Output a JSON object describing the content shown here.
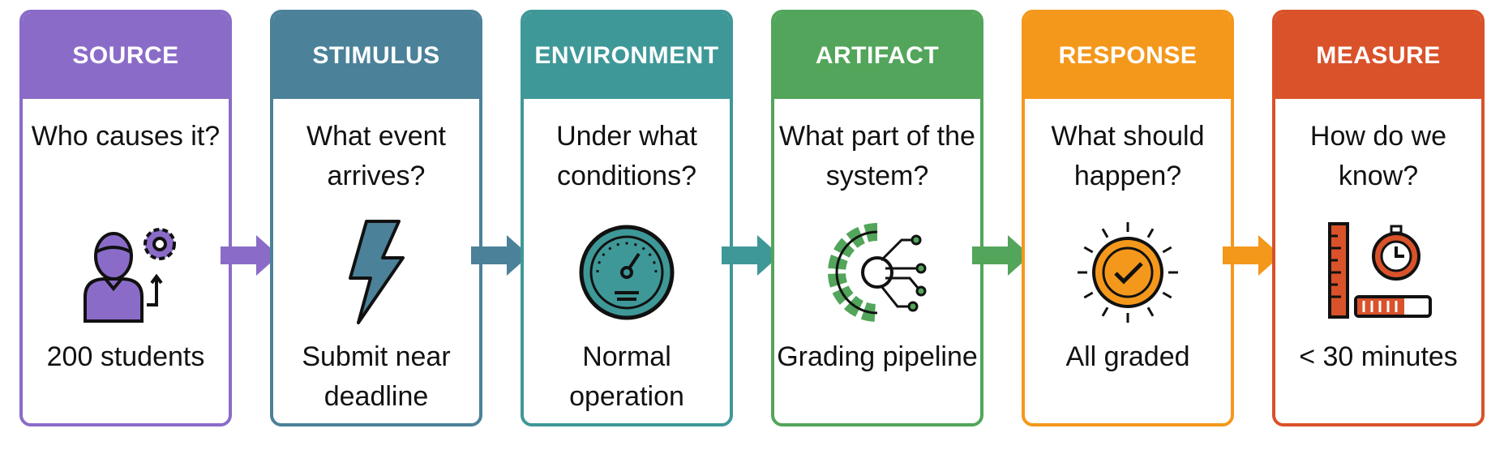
{
  "steps": [
    {
      "title": "SOURCE",
      "question": "Who causes it?",
      "answer": "200 students",
      "color": "#8a6cc8",
      "icon": "person-gear-icon"
    },
    {
      "title": "STIMULUS",
      "question": "What event arrives?",
      "answer": "Submit near deadline",
      "color": "#4b8199",
      "icon": "lightning-icon"
    },
    {
      "title": "ENVIRONMENT",
      "question": "Under what conditions?",
      "answer": "Normal operation",
      "color": "#3f9898",
      "icon": "gauge-icon"
    },
    {
      "title": "ARTIFACT",
      "question": "What part of the system?",
      "answer": "Grading pipeline",
      "color": "#52a55a",
      "icon": "gear-circuit-icon"
    },
    {
      "title": "RESPONSE",
      "question": "What should happen?",
      "answer": "All graded",
      "color": "#f4981c",
      "icon": "sun-check-icon"
    },
    {
      "title": "MEASURE",
      "question": "How do we know?",
      "answer": "< 30 minutes",
      "color": "#d9522a",
      "icon": "ruler-stopwatch-icon"
    }
  ]
}
